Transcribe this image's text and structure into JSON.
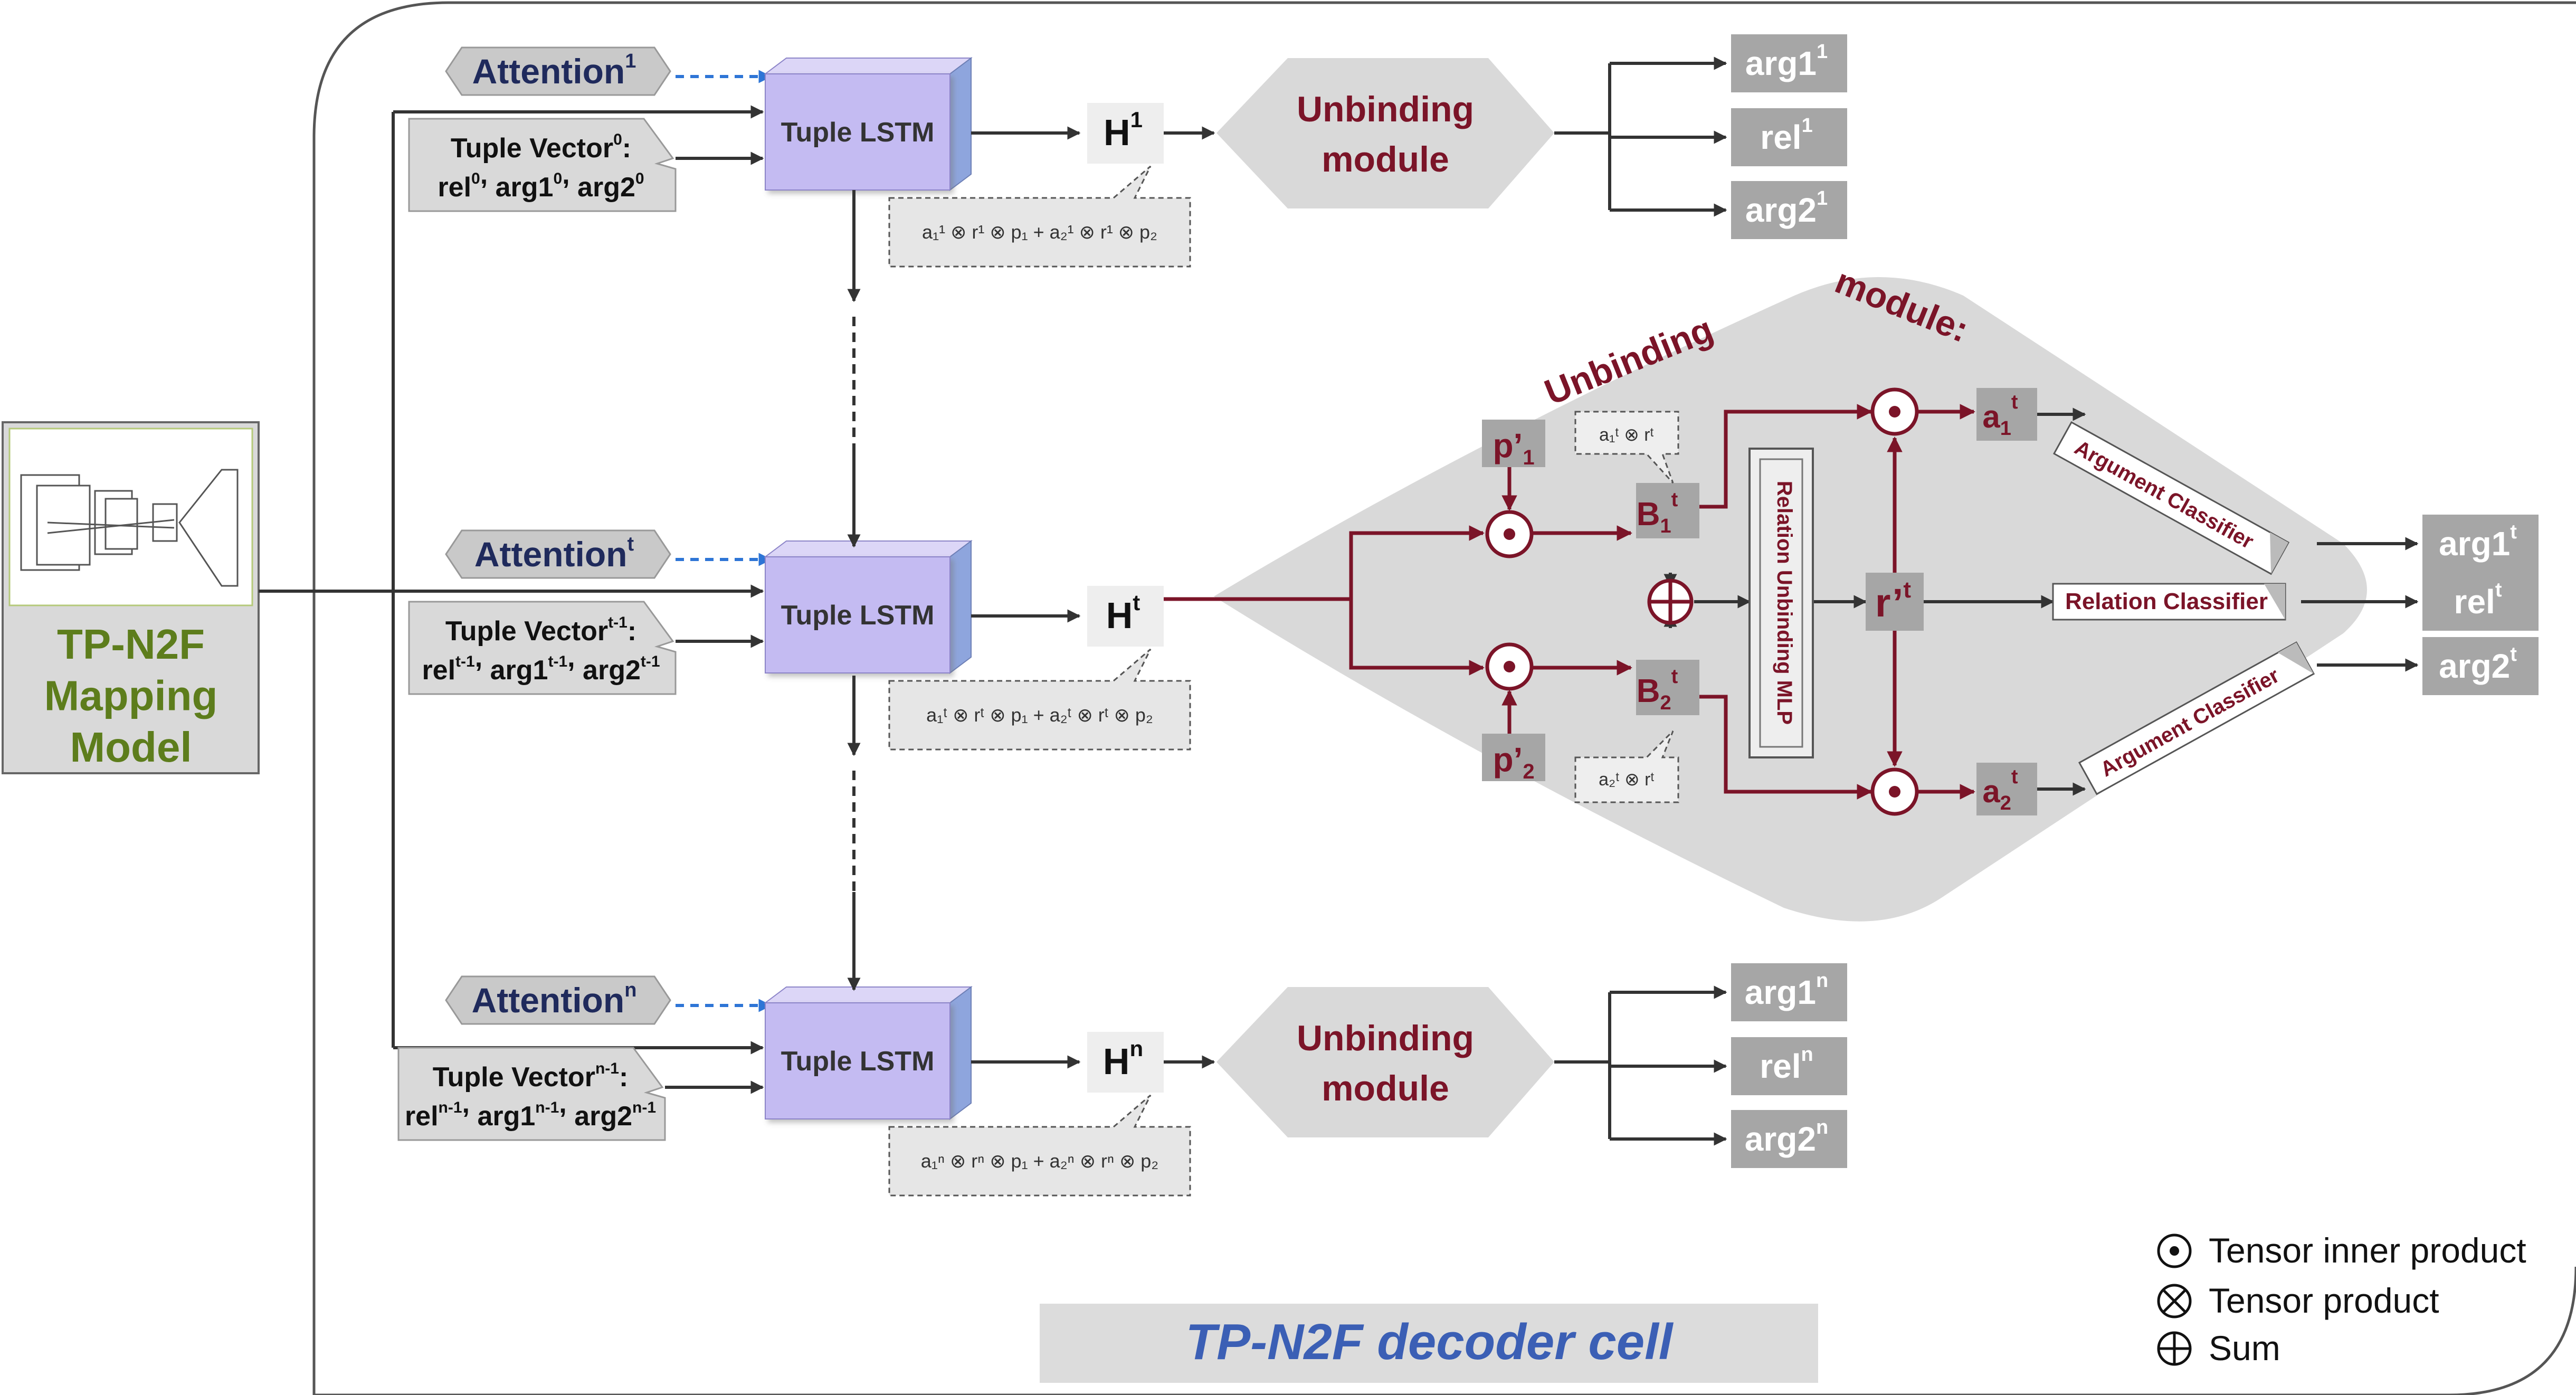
{
  "mapping_model": {
    "title": "TP-N2F\nMapping\nModel"
  },
  "rows": {
    "first": {
      "attention": {
        "base": "Attention",
        "sup": "1"
      },
      "tuple_vector": {
        "line1_base": "Tuple Vector",
        "line1_sup": "0",
        "line2": [
          [
            "rel",
            "0"
          ],
          [
            "arg1",
            "0"
          ],
          [
            "arg2",
            "0"
          ]
        ]
      },
      "lstm_label": "Tuple LSTM",
      "hidden": {
        "base": "H",
        "sup": "1"
      },
      "formula": "a₁¹ ⊗ r¹ ⊗ p₁ + a₂¹ ⊗ r¹ ⊗ p₂",
      "unbinding": {
        "line1": "Unbinding",
        "line2": "module"
      },
      "outputs": [
        {
          "base": "arg1",
          "sup": "1"
        },
        {
          "base": "rel",
          "sup": "1"
        },
        {
          "base": "arg2",
          "sup": "1"
        }
      ]
    },
    "middle": {
      "attention": {
        "base": "Attention",
        "sup": "t"
      },
      "tuple_vector": {
        "line1_base": "Tuple Vector",
        "line1_sup": "t-1",
        "line2": [
          [
            "rel",
            "t-1"
          ],
          [
            "arg1",
            "t-1"
          ],
          [
            "arg2",
            "t-1"
          ]
        ]
      },
      "lstm_label": "Tuple LSTM",
      "hidden": {
        "base": "H",
        "sup": "t"
      },
      "formula": "a₁ᵗ ⊗ rᵗ ⊗ p₁ + a₂ᵗ ⊗ rᵗ ⊗ p₂",
      "outputs": [
        {
          "base": "arg1",
          "sup": "t"
        },
        {
          "base": "rel",
          "sup": "t"
        },
        {
          "base": "arg2",
          "sup": "t"
        }
      ]
    },
    "last": {
      "attention": {
        "base": "Attention",
        "sup": "n"
      },
      "tuple_vector": {
        "line1_base": "Tuple Vector",
        "line1_sup": "n-1",
        "line2": [
          [
            "rel",
            "n-1"
          ],
          [
            "arg1",
            "n-1"
          ],
          [
            "arg2",
            "n-1"
          ]
        ]
      },
      "lstm_label": "Tuple LSTM",
      "hidden": {
        "base": "H",
        "sup": "n"
      },
      "formula": "a₁ⁿ ⊗ rⁿ ⊗ p₁ + a₂ⁿ ⊗ rⁿ ⊗ p₂",
      "unbinding": {
        "line1": "Unbinding",
        "line2": "module"
      },
      "outputs": [
        {
          "base": "arg1",
          "sup": "n"
        },
        {
          "base": "rel",
          "sup": "n"
        },
        {
          "base": "arg2",
          "sup": "n"
        }
      ]
    }
  },
  "expanded_module": {
    "title_word1": "Unbinding",
    "title_word2": "module:",
    "p1": {
      "base": "p’",
      "sub": "1"
    },
    "p2": {
      "base": "p’",
      "sub": "2"
    },
    "b1": {
      "base": "B",
      "sub": "1",
      "sup": "t"
    },
    "b2": {
      "base": "B",
      "sub": "2",
      "sup": "t"
    },
    "note1": "a₁ᵗ ⊗ rᵗ",
    "note2": "a₂ᵗ ⊗ rᵗ",
    "mlp_label": "Relation Unbinding MLP",
    "r_prime": {
      "base": "r’",
      "sup": "t"
    },
    "a1": {
      "base": "a",
      "sub": "1",
      "sup": "t"
    },
    "a2": {
      "base": "a",
      "sub": "2",
      "sup": "t"
    },
    "arg_classifier_top": "Argument Classifier",
    "relation_classifier": "Relation Classifier",
    "arg_classifier_bottom": "Argument Classifier"
  },
  "legend": [
    {
      "symbol": "⊙",
      "label": "Tensor inner product"
    },
    {
      "symbol": "⊗",
      "label": "Tensor product"
    },
    {
      "symbol": "⊕",
      "label": "Sum"
    }
  ],
  "decoder_label": "TP-N2F decoder cell",
  "colors": {
    "dark_red": "#7b1428",
    "lstm_fill": "#c4bbf2",
    "lstm_side": "#8ea5dd",
    "gray_box": "#a6a6a6",
    "light_gray": "#d9d9d9",
    "attention_text": "#1f2a5c",
    "arrow_blue": "#2e75d6",
    "mapping_text": "#5d7d1c",
    "decoder_text": "#3b5fb5"
  }
}
